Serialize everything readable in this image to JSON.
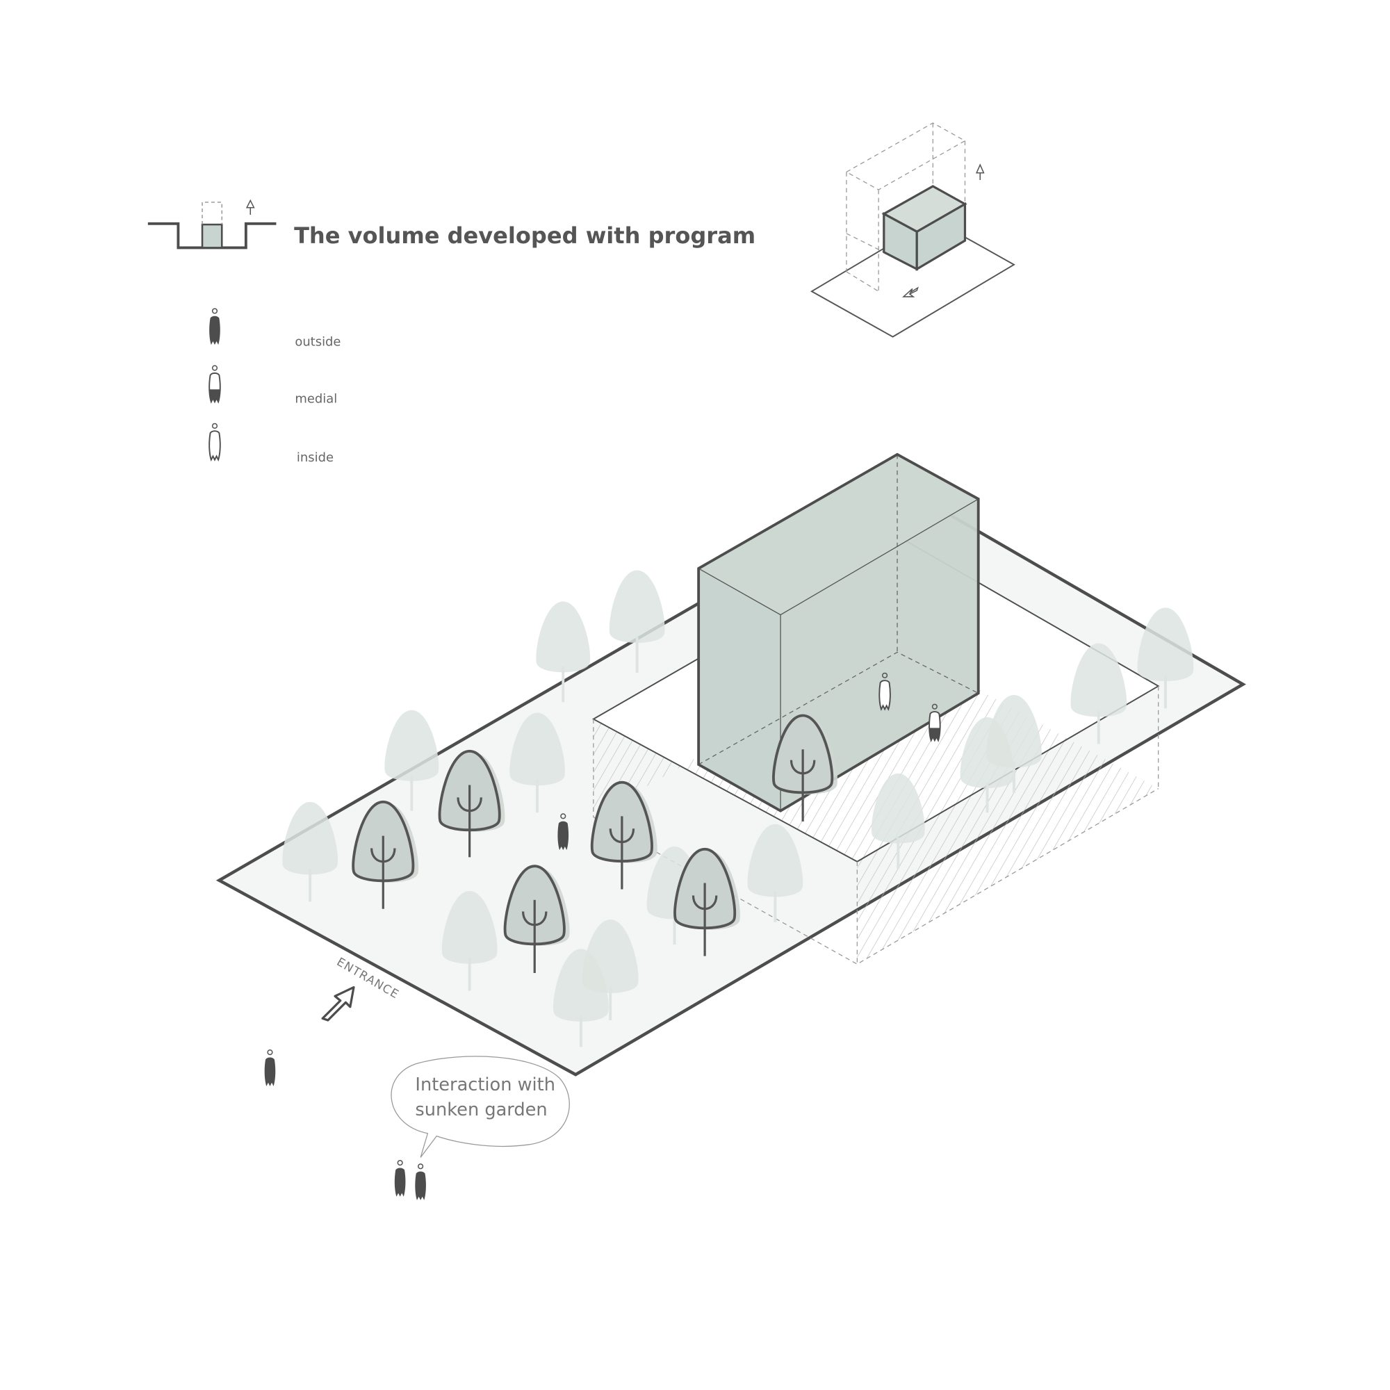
{
  "title": "The volume developed with program",
  "legend": [
    {
      "label": "outside",
      "type": "outside"
    },
    {
      "label": "medial",
      "type": "medial"
    },
    {
      "label": "inside",
      "type": "inside"
    }
  ],
  "entrance_label": "ENTRANCE",
  "bubble": {
    "line1": "Interaction with",
    "line2": "sunken garden"
  },
  "colors": {
    "line": "#4d4d4d",
    "volume": "#c8d4cf",
    "ground": "#f4f5f5",
    "tree_light": "#dde4e1",
    "tree_dark": "#c9d2ce"
  }
}
